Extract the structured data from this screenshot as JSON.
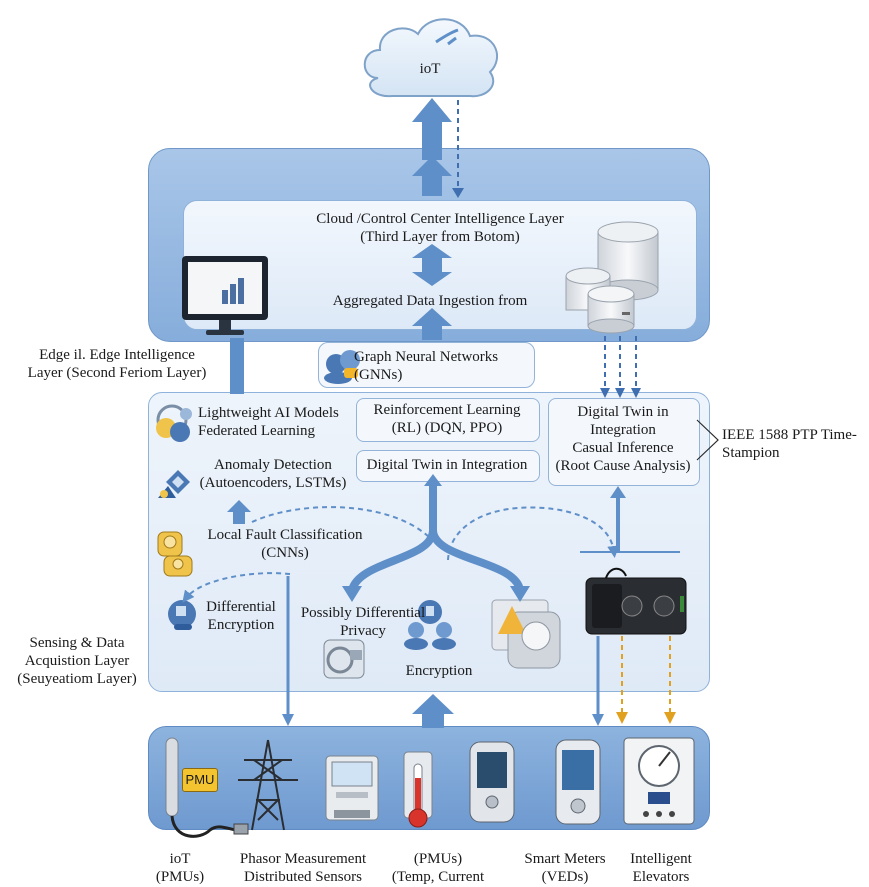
{
  "cloud": {
    "label": "ioT"
  },
  "cloud_layer": {
    "title": "Cloud /Control Center Intelligence Layer",
    "subtitle": "(Third Layer from Botom)",
    "ingestion": "Aggregated Data Ingestion from"
  },
  "gnn": {
    "label": "Graph Neural Networks\n(GNNs)"
  },
  "edge_layer": {
    "side_label": "Edge il. Edge Intelligence\nLayer (Second Feriom Layer)",
    "lightweight": "Lightweight AI Models\nFederated Learning",
    "rl": "Reinforcement Learning\n(RL) (DQN, PPO)",
    "digital_twin_small": "Digital Twin in Integration",
    "digital_twin_box": "Digital Twin in\nIntegration\nCasual Inference\n(Root Cause Analysis)",
    "anomaly": "Anomaly Detection\n(Autoencoders, LSTMs)",
    "fault": "Local Fault Classification\n(CNNs)",
    "diff_enc": "Differential\nEncryption",
    "diff_priv": "Possibly Differential\nPrivacy",
    "encryption": "Encryption"
  },
  "ieee_label": "IEEE 1588 PTP Time-\nStampion",
  "sensing_layer": {
    "side_label": "Sensing & Data\nAcquistion Layer\n(Seuyeatiom Layer)"
  },
  "devices": {
    "pmu_tag": "PMU",
    "labels": [
      "ioT\n(PMUs)",
      "Phasor Measurement\nDistributed Sensors",
      "(PMUs)\n(Temp, Current",
      "Smart Meters\n(VEDs)",
      "Intelligent\nElevators"
    ]
  },
  "colors": {
    "panel_blue": "#7fa7d6",
    "panel_light": "#e6eff9",
    "arrow_blue": "#5f8fc8",
    "dashed_orange": "#e0a020"
  }
}
